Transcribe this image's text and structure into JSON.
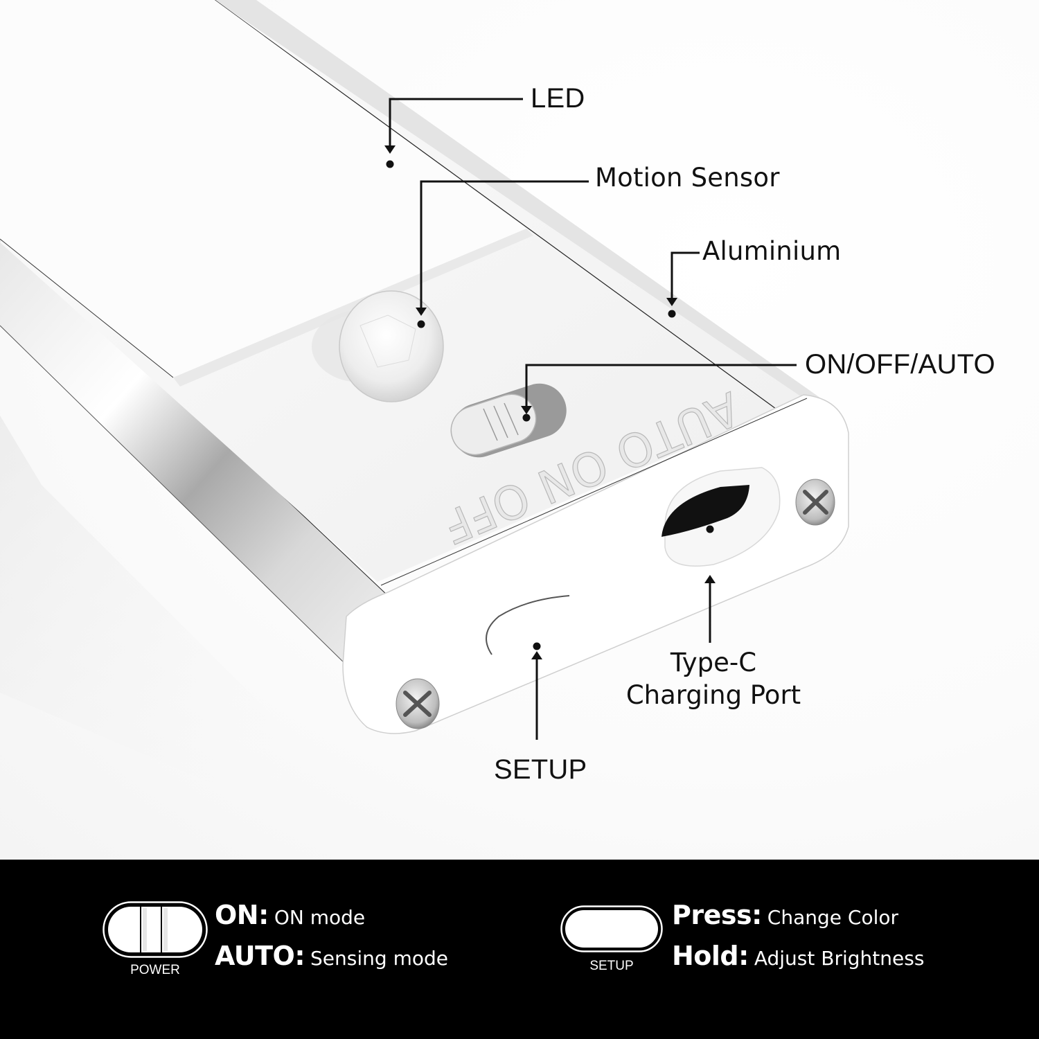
{
  "callouts": {
    "led": "LED",
    "motion_sensor": "Motion Sensor",
    "aluminium": "Aluminium",
    "switch": "ON/OFF/AUTO",
    "type_c_line1": "Type-C",
    "type_c_line2": "Charging Port",
    "setup": "SETUP"
  },
  "device_markings": {
    "switch_positions": "AUTO ON OFF"
  },
  "legend": {
    "power": {
      "icon": "power-switch-icon",
      "caption": "POWER",
      "items": [
        {
          "key": "ON:",
          "value": "ON mode"
        },
        {
          "key": "AUTO:",
          "value": "Sensing mode"
        }
      ]
    },
    "setup": {
      "icon": "setup-button-icon",
      "caption": "SETUP",
      "items": [
        {
          "key": "Press:",
          "value": "Change Color"
        },
        {
          "key": "Hold:",
          "value": "Adjust Brightness"
        }
      ]
    }
  },
  "colors": {
    "band_background": "#000000",
    "band_text": "#ffffff",
    "callout_text": "#111111",
    "device_body": "#f2f2f2"
  }
}
